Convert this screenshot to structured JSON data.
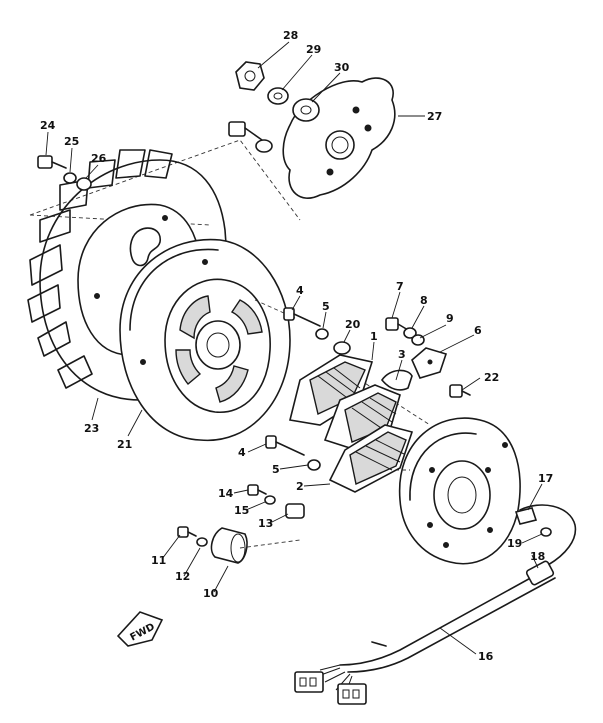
{
  "callouts": {
    "c1": "1",
    "c2": "2",
    "c3": "3",
    "c4a": "4",
    "c4b": "4",
    "c5a": "5",
    "c5b": "5",
    "c6": "6",
    "c7": "7",
    "c8": "8",
    "c9": "9",
    "c10": "10",
    "c11": "11",
    "c12": "12",
    "c13": "13",
    "c14": "14",
    "c15": "15",
    "c16": "16",
    "c17": "17",
    "c18": "18",
    "c19": "19",
    "c20": "20",
    "c21": "21",
    "c22": "22",
    "c23": "23",
    "c24": "24",
    "c25": "25",
    "c26": "26",
    "c27": "27",
    "c28": "28",
    "c29": "29",
    "c30": "30"
  },
  "direction_marker": "FWD"
}
